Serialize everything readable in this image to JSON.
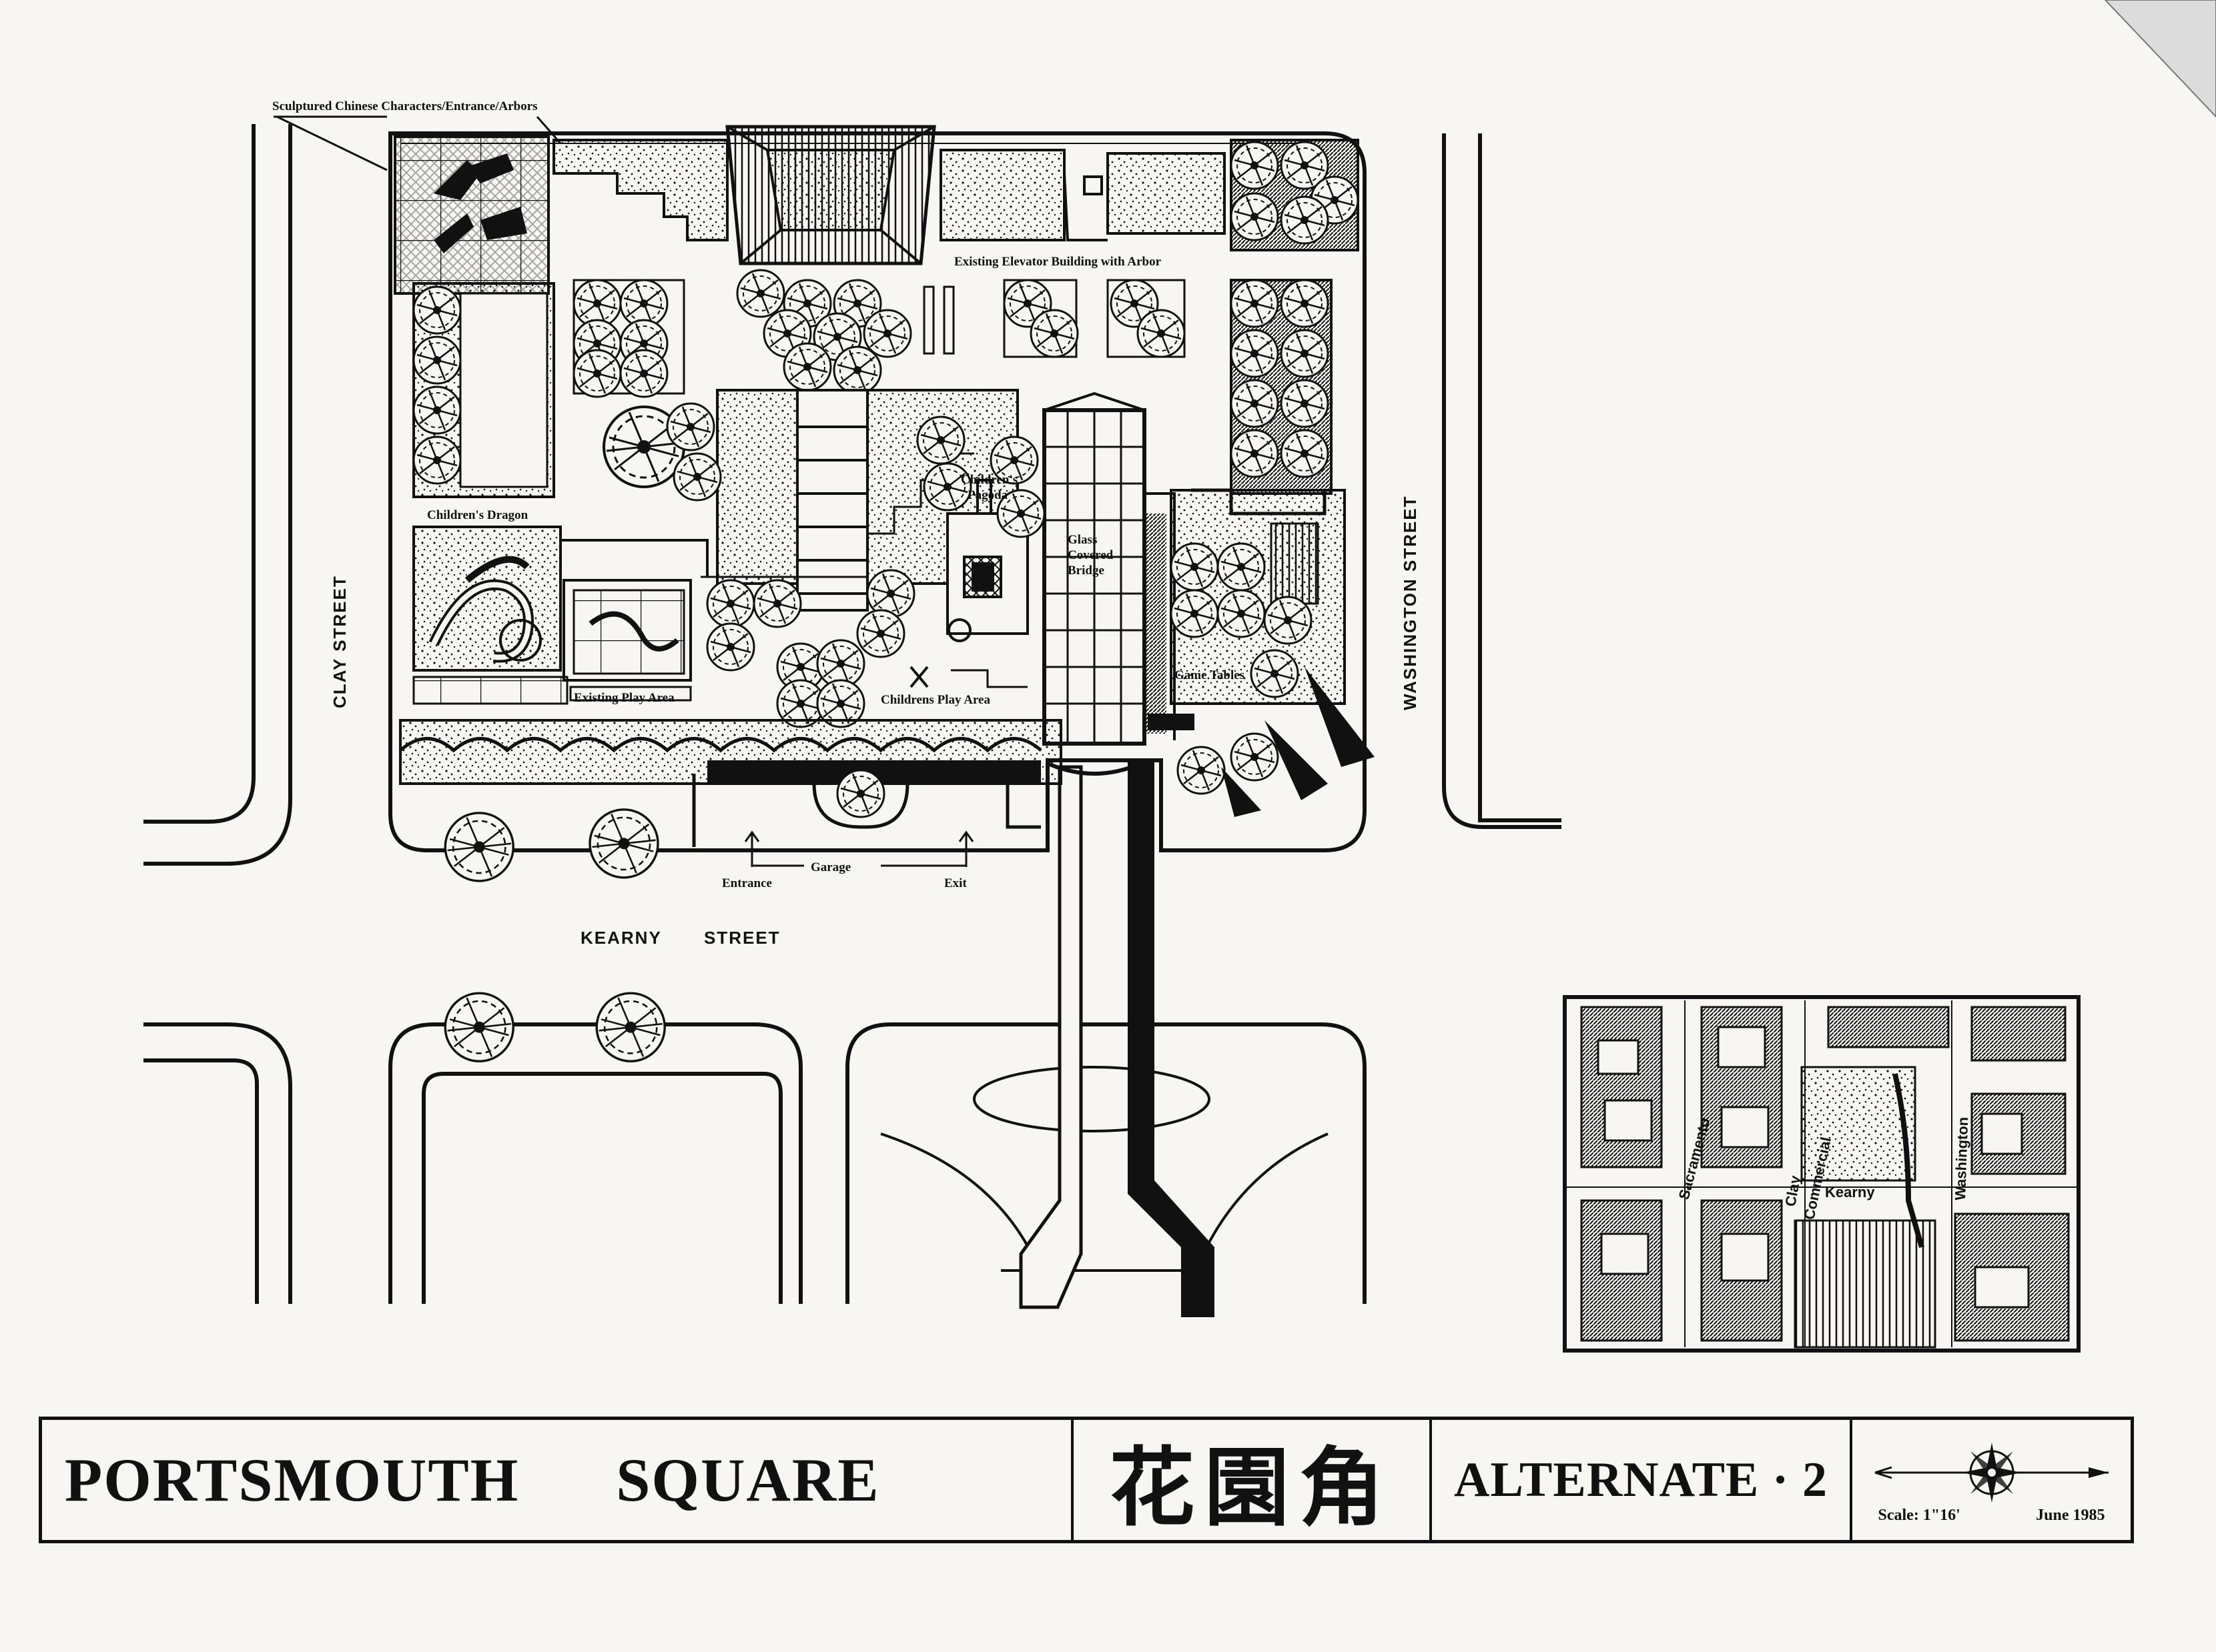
{
  "labels": {
    "sculpture_note": "Sculptured Chinese Characters/Entrance/Arbors",
    "elevator_building": "Existing Elevator Building with Arbor",
    "childrens_dragon": "Children's Dragon",
    "childrens_pagoda_line1": "Children's",
    "childrens_pagoda_line2": "Pagoda",
    "glass_bridge_line1": "Glass",
    "glass_bridge_line2": "Covered",
    "glass_bridge_line3": "Bridge",
    "existing_play_area": "Existing Play Area",
    "childrens_play_area": "Childrens Play Area",
    "game_tables": "Game Tables",
    "garage": "Garage",
    "entrance": "Entrance",
    "exit": "Exit"
  },
  "streets": {
    "clay": "CLAY STREET",
    "washington": "WASHINGTON STREET",
    "kearny_word1": "KEARNY",
    "kearny_word2": "STREET"
  },
  "locator_map": {
    "streets": [
      "Sacramento",
      "Commercial",
      "Clay",
      "Kearny",
      "Washington"
    ]
  },
  "title_block": {
    "title": "PORTSMOUTH SQUARE",
    "chinese_title": "花園角",
    "alternate": "ALTERNATE · 2",
    "scale": "Scale: 1\"16'",
    "date": "June 1985"
  },
  "colors": {
    "ink": "#111111",
    "paper": "#f7f6f2"
  },
  "icons": {
    "compass": "compass-rose-icon",
    "tree": "tree-canopy-icon"
  }
}
